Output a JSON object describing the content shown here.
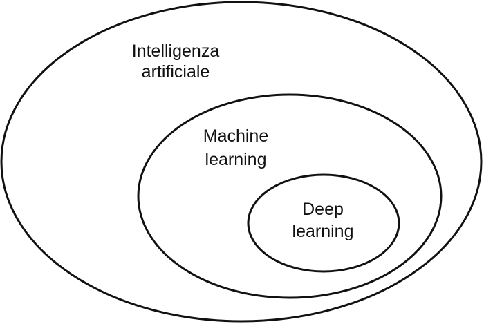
{
  "diagram": {
    "outer": {
      "line1": "Intelligenza",
      "line2": "artificiale"
    },
    "middle": {
      "line1": "Machine",
      "line2": "learning"
    },
    "inner": {
      "line1": "Deep",
      "line2": "learning"
    },
    "colors": {
      "stroke": "#111111",
      "text": "#111111",
      "background": "#ffffff"
    }
  }
}
